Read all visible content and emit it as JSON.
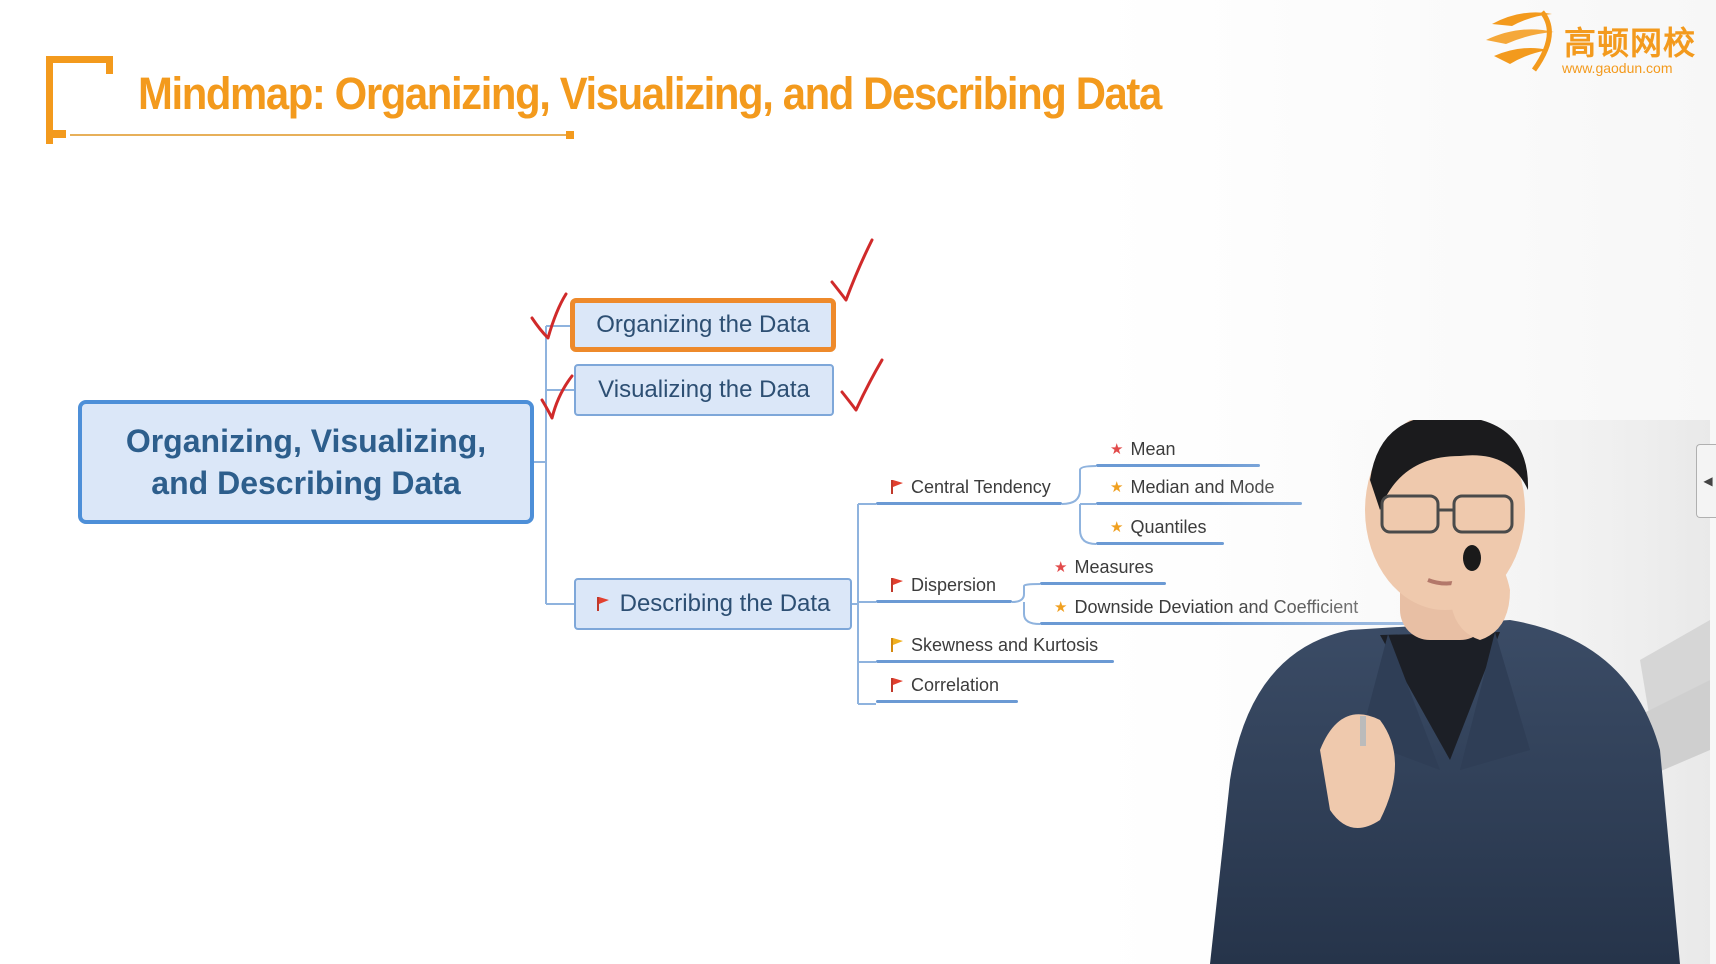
{
  "slide": {
    "title": "Mindmap: Organizing, Visualizing, and Describing Data"
  },
  "logo": {
    "chinese_name": "高顿网校",
    "url": "www.gaodun.com"
  },
  "mindmap": {
    "root": "Organizing, Visualizing, and Describing Data",
    "branches": [
      {
        "label": "Organizing the Data",
        "checked": true,
        "highlighted": true
      },
      {
        "label": "Visualizing the Data",
        "checked": true,
        "highlighted": false
      },
      {
        "label": "Describing the Data",
        "icon": "red-flag-icon",
        "children": [
          {
            "label": "Central Tendency",
            "icon": "red-flag-icon",
            "children": [
              {
                "label": "Mean",
                "icon": "red-star-icon"
              },
              {
                "label": "Median and Mode",
                "icon": "orange-star-icon"
              },
              {
                "label": "Quantiles",
                "icon": "orange-star-icon"
              }
            ]
          },
          {
            "label": "Dispersion",
            "icon": "red-flag-icon",
            "children": [
              {
                "label": "Measures",
                "icon": "red-star-icon"
              },
              {
                "label": "Downside Deviation and Coefficient",
                "icon": "orange-star-icon"
              }
            ]
          },
          {
            "label": "Skewness and Kurtosis",
            "icon": "orange-flag-icon"
          },
          {
            "label": "Correlation",
            "icon": "red-flag-icon"
          }
        ]
      }
    ]
  },
  "colors": {
    "accent_orange": "#f39a1d",
    "node_fill": "#dbe7f8",
    "node_border": "#4d8fd8",
    "highlight_border": "#ee8a2b",
    "check_red": "#d02a2a"
  },
  "side_panel": {
    "toggle_icon": "collapse-arrow-icon",
    "glyph": "◀"
  }
}
